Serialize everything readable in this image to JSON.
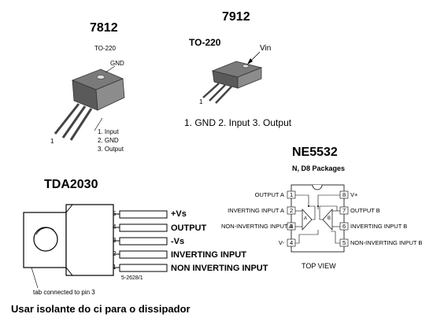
{
  "lm7812": {
    "name": "7812",
    "package": "TO-220",
    "gnd_tab": "GND",
    "pin1": "1",
    "pins": [
      "1. Input",
      "2. GND",
      "3. Output"
    ]
  },
  "lm7912": {
    "name": "7912",
    "package": "TO-220",
    "vin_tab": "Vin",
    "pin1": "1",
    "pinout": "1. GND 2. Input 3. Output"
  },
  "ne5532": {
    "name": "NE5532",
    "package": "N, D8 Packages",
    "left_pins": [
      {
        "label": "OUTPUT A",
        "num": "1"
      },
      {
        "label": "INVERTING INPUT A",
        "num": "2"
      },
      {
        "label": "NON-INVERTING INPUT A",
        "num": "3"
      },
      {
        "label": "V-",
        "num": "4"
      }
    ],
    "right_pins": [
      {
        "label": "V+",
        "num": "8"
      },
      {
        "label": "OUTPUT B",
        "num": "7"
      },
      {
        "label": "INVERTING INPUT B",
        "num": "6"
      },
      {
        "label": "NON-INVERTING INPUT B",
        "num": "5"
      }
    ],
    "amp_a": "A",
    "amp_b": "B",
    "view": "TOP VIEW"
  },
  "tda2030": {
    "name": "TDA2030",
    "pins": [
      {
        "num": "5",
        "label": "+Vs"
      },
      {
        "num": "4",
        "label": "OUTPUT"
      },
      {
        "num": "3",
        "label": "-Vs"
      },
      {
        "num": "2",
        "label": "INVERTING INPUT"
      },
      {
        "num": "1",
        "label": "NON INVERTING INPUT"
      }
    ],
    "tab_note": "tab connected to pin 3",
    "code": "5-2628/1"
  },
  "footer_note": "Usar isolante do ci para o dissipador"
}
